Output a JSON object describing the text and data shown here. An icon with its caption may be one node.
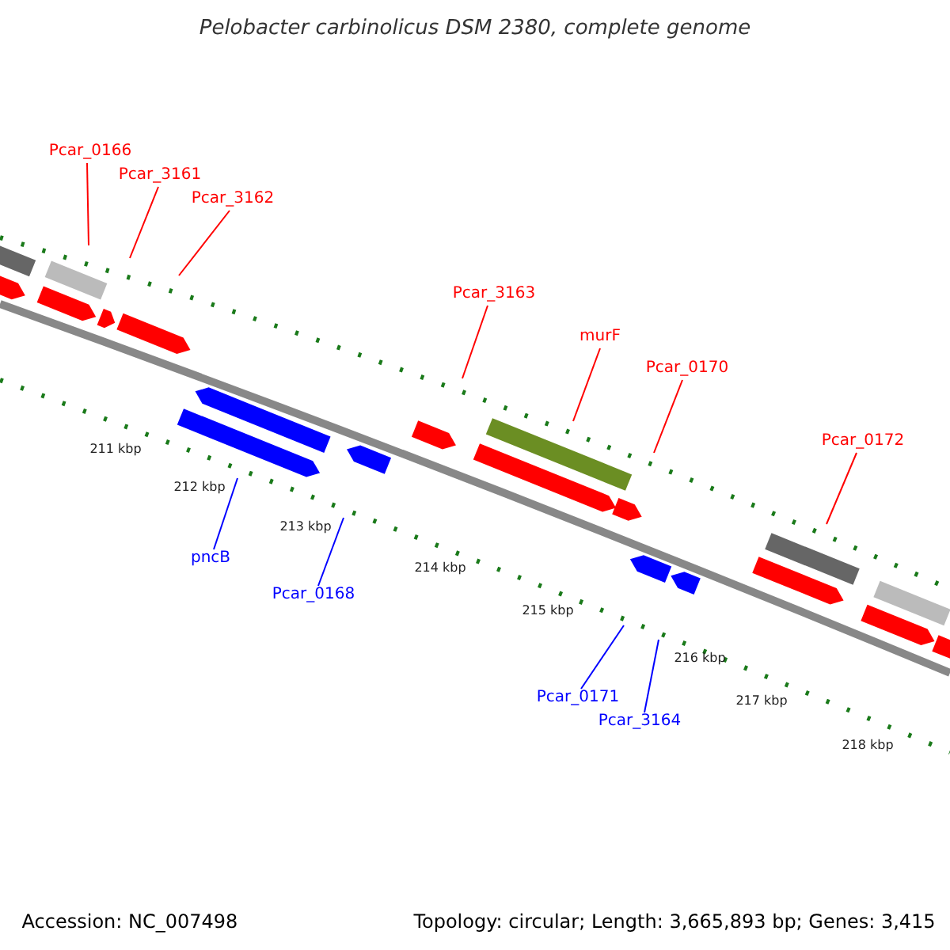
{
  "diagram": {
    "title": "Pelobacter carbinolicus DSM 2380, complete genome",
    "nodes": [
      {
        "text": [
          "Pcar_0166"
        ]
      },
      {
        "text": [
          "Pcar_3161"
        ]
      },
      {
        "text": [
          "Pcar_3162"
        ]
      },
      {
        "text": [
          "Pcar_3163"
        ]
      },
      {
        "text": [
          "murF"
        ]
      },
      {
        "text": [
          "Pcar_0170"
        ]
      },
      {
        "text": [
          "Pcar_0172"
        ]
      },
      {
        "text": [
          "pncB"
        ]
      },
      {
        "text": [
          "Pcar_0168"
        ]
      },
      {
        "text": [
          "Pcar_0171"
        ]
      },
      {
        "text": [
          "Pcar_3164"
        ]
      }
    ],
    "edges": [
      {
        "from": 0,
        "to": null,
        "arrow": "none"
      },
      {
        "from": 1,
        "to": null,
        "arrow": "none"
      },
      {
        "from": 2,
        "to": null,
        "arrow": "none"
      },
      {
        "from": 3,
        "to": null,
        "arrow": "none"
      },
      {
        "from": 4,
        "to": null,
        "arrow": "none"
      },
      {
        "from": 5,
        "to": null,
        "arrow": "none"
      },
      {
        "from": 6,
        "to": null,
        "arrow": "none"
      },
      {
        "from": 7,
        "to": null,
        "arrow": "none",
        "color": "#0000ff"
      },
      {
        "from": 8,
        "to": null,
        "arrow": "none",
        "color": "#0000ff"
      },
      {
        "from": 9,
        "to": null,
        "arrow": "none",
        "color": "#0000ff"
      },
      {
        "from": 10,
        "to": null,
        "arrow": "none",
        "color": "#0000ff"
      }
    ],
    "labels": [
      "211 kbp",
      "212 kbp",
      "213 kbp",
      "214 kbp",
      "215 kbp",
      "216 kbp",
      "217 kbp",
      "218 kbp",
      "Accession: NC_007498",
      "Topology: circular; Length: 3,665,893 bp; Genes: 3,415"
    ]
  }
}
